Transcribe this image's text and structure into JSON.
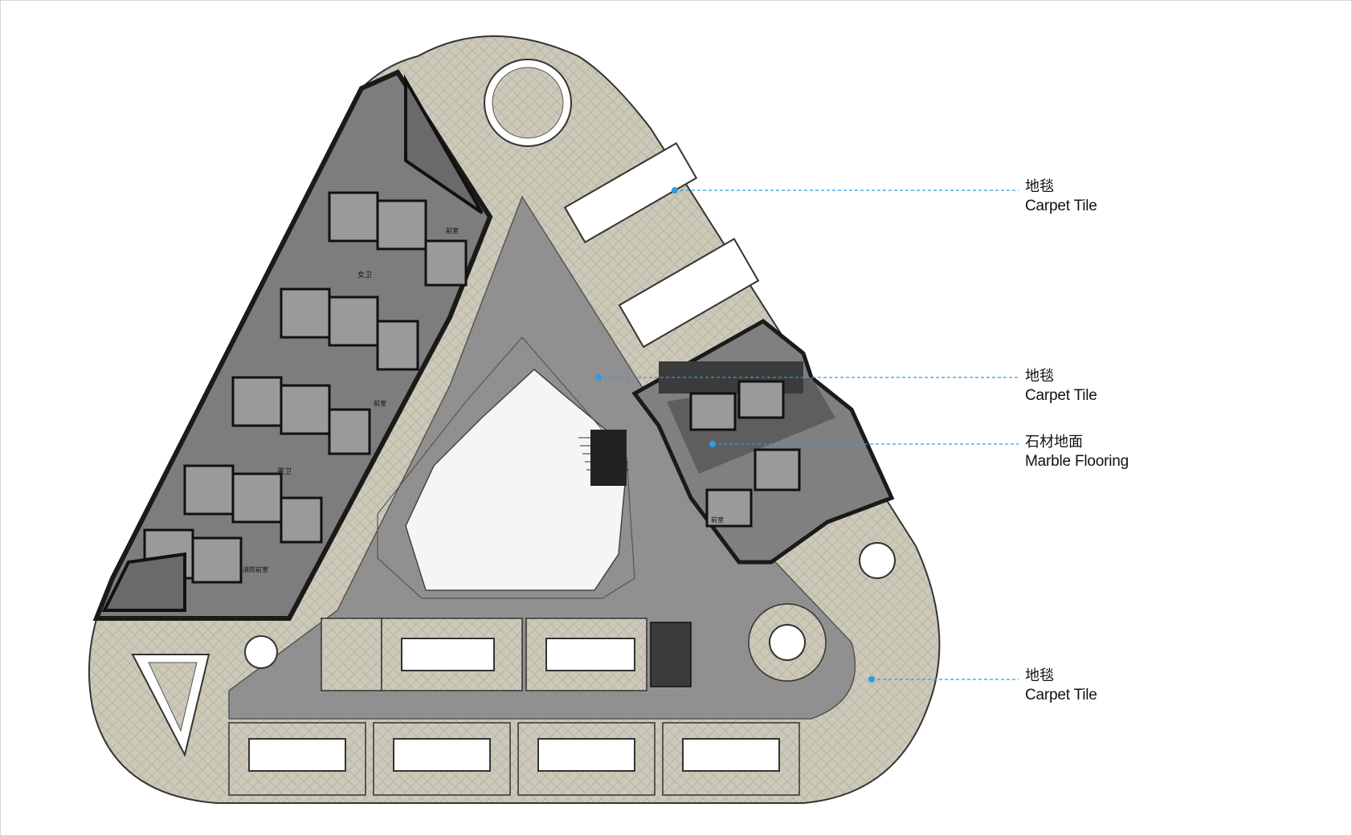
{
  "title": "",
  "legend": [
    {
      "zh": "地毯",
      "en": "Carpet Tile"
    },
    {
      "zh": "地毯",
      "en": "Carpet Tile"
    },
    {
      "zh": "石材地面",
      "en": "Marble Flooring"
    },
    {
      "zh": "地毯",
      "en": "Carpet Tile"
    }
  ],
  "room_labels": {
    "female_wc": "女卫",
    "male_wc": "男卫",
    "lobby_1": "前室",
    "lobby_2": "前室",
    "lobby_3": "前室",
    "fire_lobby": "消防前室"
  },
  "colors": {
    "carpet": "#c9c5b5",
    "corridor": "#8f8f8f",
    "core_wall": "#1a1a1a",
    "core_fill": "#7d7d7d",
    "leader": "#2a9fe0",
    "stone": "#5e5e5e"
  }
}
